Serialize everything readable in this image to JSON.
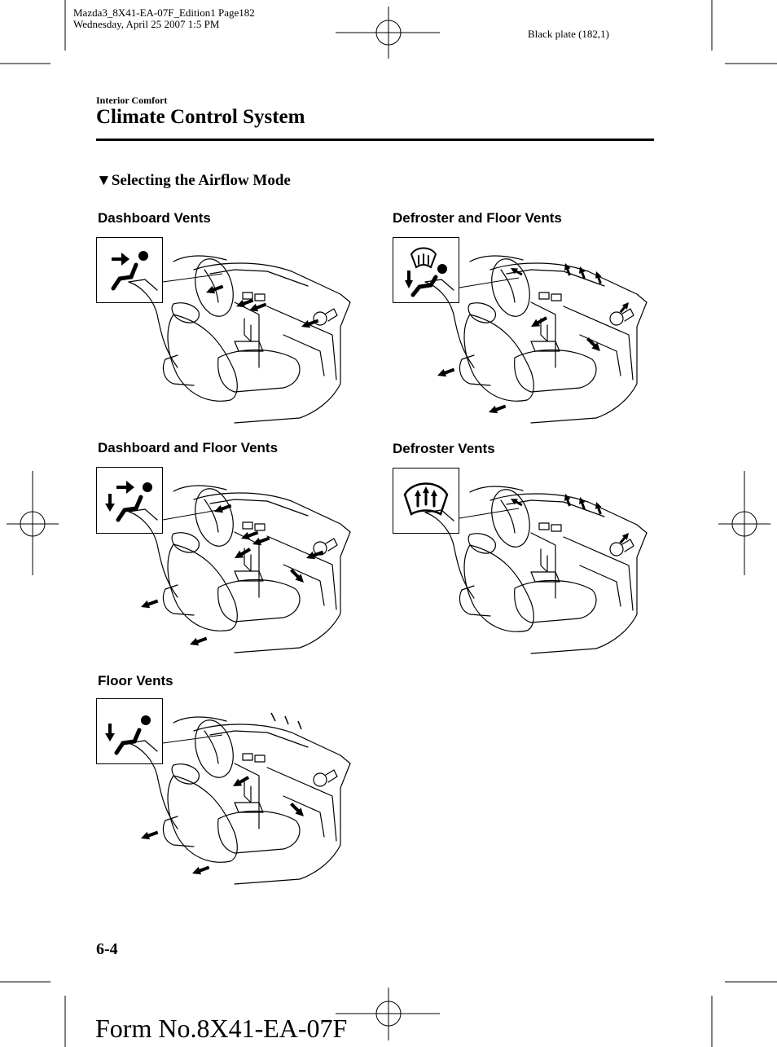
{
  "print_meta": {
    "line1": "Mazda3_8X41-EA-07F_Edition1 Page182",
    "line2": "Wednesday, April 25 2007 1:5 PM",
    "plate": "Black plate (182,1)"
  },
  "header": {
    "section": "Interior Comfort",
    "title": "Climate Control System"
  },
  "subsection": {
    "marker": "▼",
    "title": "Selecting the Airflow Mode"
  },
  "modes": [
    {
      "caption": "Dashboard Vents",
      "icon": "dashboard-vents-icon"
    },
    {
      "caption": "Defroster and Floor Vents",
      "icon": "defroster-floor-vents-icon"
    },
    {
      "caption": "Dashboard and Floor Vents",
      "icon": "dashboard-floor-vents-icon"
    },
    {
      "caption": "Defroster Vents",
      "icon": "defroster-vents-icon"
    },
    {
      "caption": "Floor Vents",
      "icon": "floor-vents-icon"
    }
  ],
  "footer": {
    "page_number": "6-4",
    "form_number": "Form No.8X41-EA-07F"
  }
}
